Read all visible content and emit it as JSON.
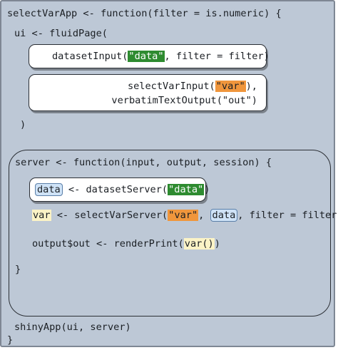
{
  "header": {
    "fn_def": "selectVarApp <- function(filter = is.numeric) {"
  },
  "ui": {
    "open": "ui <- fluidPage(",
    "dataset_input": {
      "pre": "datasetInput(",
      "id": "\"data\"",
      "post": ", filter = filter)"
    },
    "select_var": {
      "pre": "selectVarInput(",
      "id": "\"var\"",
      "post": "),"
    },
    "verbatim": "verbatimTextOutput(\"out\")",
    "close": ")"
  },
  "server": {
    "open": "server <- function(input, output, session) {",
    "dataset_line": {
      "var": "data",
      "mid": " <- datasetServer(",
      "id": "\"data\"",
      "post": ")"
    },
    "select_line": {
      "var": "var",
      "mid": " <- selectVarServer(",
      "id": "\"var\"",
      "sep": ", ",
      "arg": "data",
      "post": ", filter = filter)"
    },
    "output_line": {
      "pre": "output$out <- renderPrint(",
      "call": "var()",
      "post": ")"
    },
    "close": "}"
  },
  "footer": {
    "shiny_app": "shinyApp(ui, server)",
    "close": "}"
  },
  "colors": {
    "panel_bg": "#bdc8d6",
    "id_highlight": "#2e8b30",
    "var_id_highlight": "#f0963c",
    "reactive_highlight": "#fbf3c6",
    "data_highlight": "#cfe3f7"
  }
}
